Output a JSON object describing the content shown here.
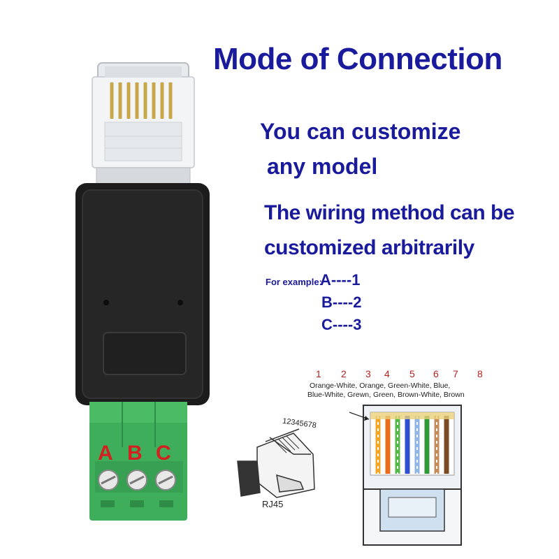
{
  "title": "Mode of Connection",
  "subtitle_line1": "You can customize",
  "subtitle_line2": "any model",
  "wiring_line1": "The wiring method can be",
  "wiring_line2": "customized arbitrarily",
  "example_label": "For example:",
  "examples": [
    "A----1",
    "B----2",
    "C----3"
  ],
  "terminal_labels": [
    "A",
    "B",
    "C"
  ],
  "pin_numbers": [
    "1",
    "2",
    "3",
    "4",
    "5",
    "6",
    "7",
    "8"
  ],
  "color_line1": "Orange-White,  Orange, Green-White,  Blue,",
  "color_line2": "Blue-White, Grewn, Green, Brown-White, Brown",
  "rj45_label": "RJ45",
  "rj45_pin_numbers": "12345678",
  "colors": {
    "text_blue": "#1a1a9c",
    "terminal_green": "#3fae5a",
    "connector_black": "#1c1c1c",
    "label_red": "#d42020"
  }
}
